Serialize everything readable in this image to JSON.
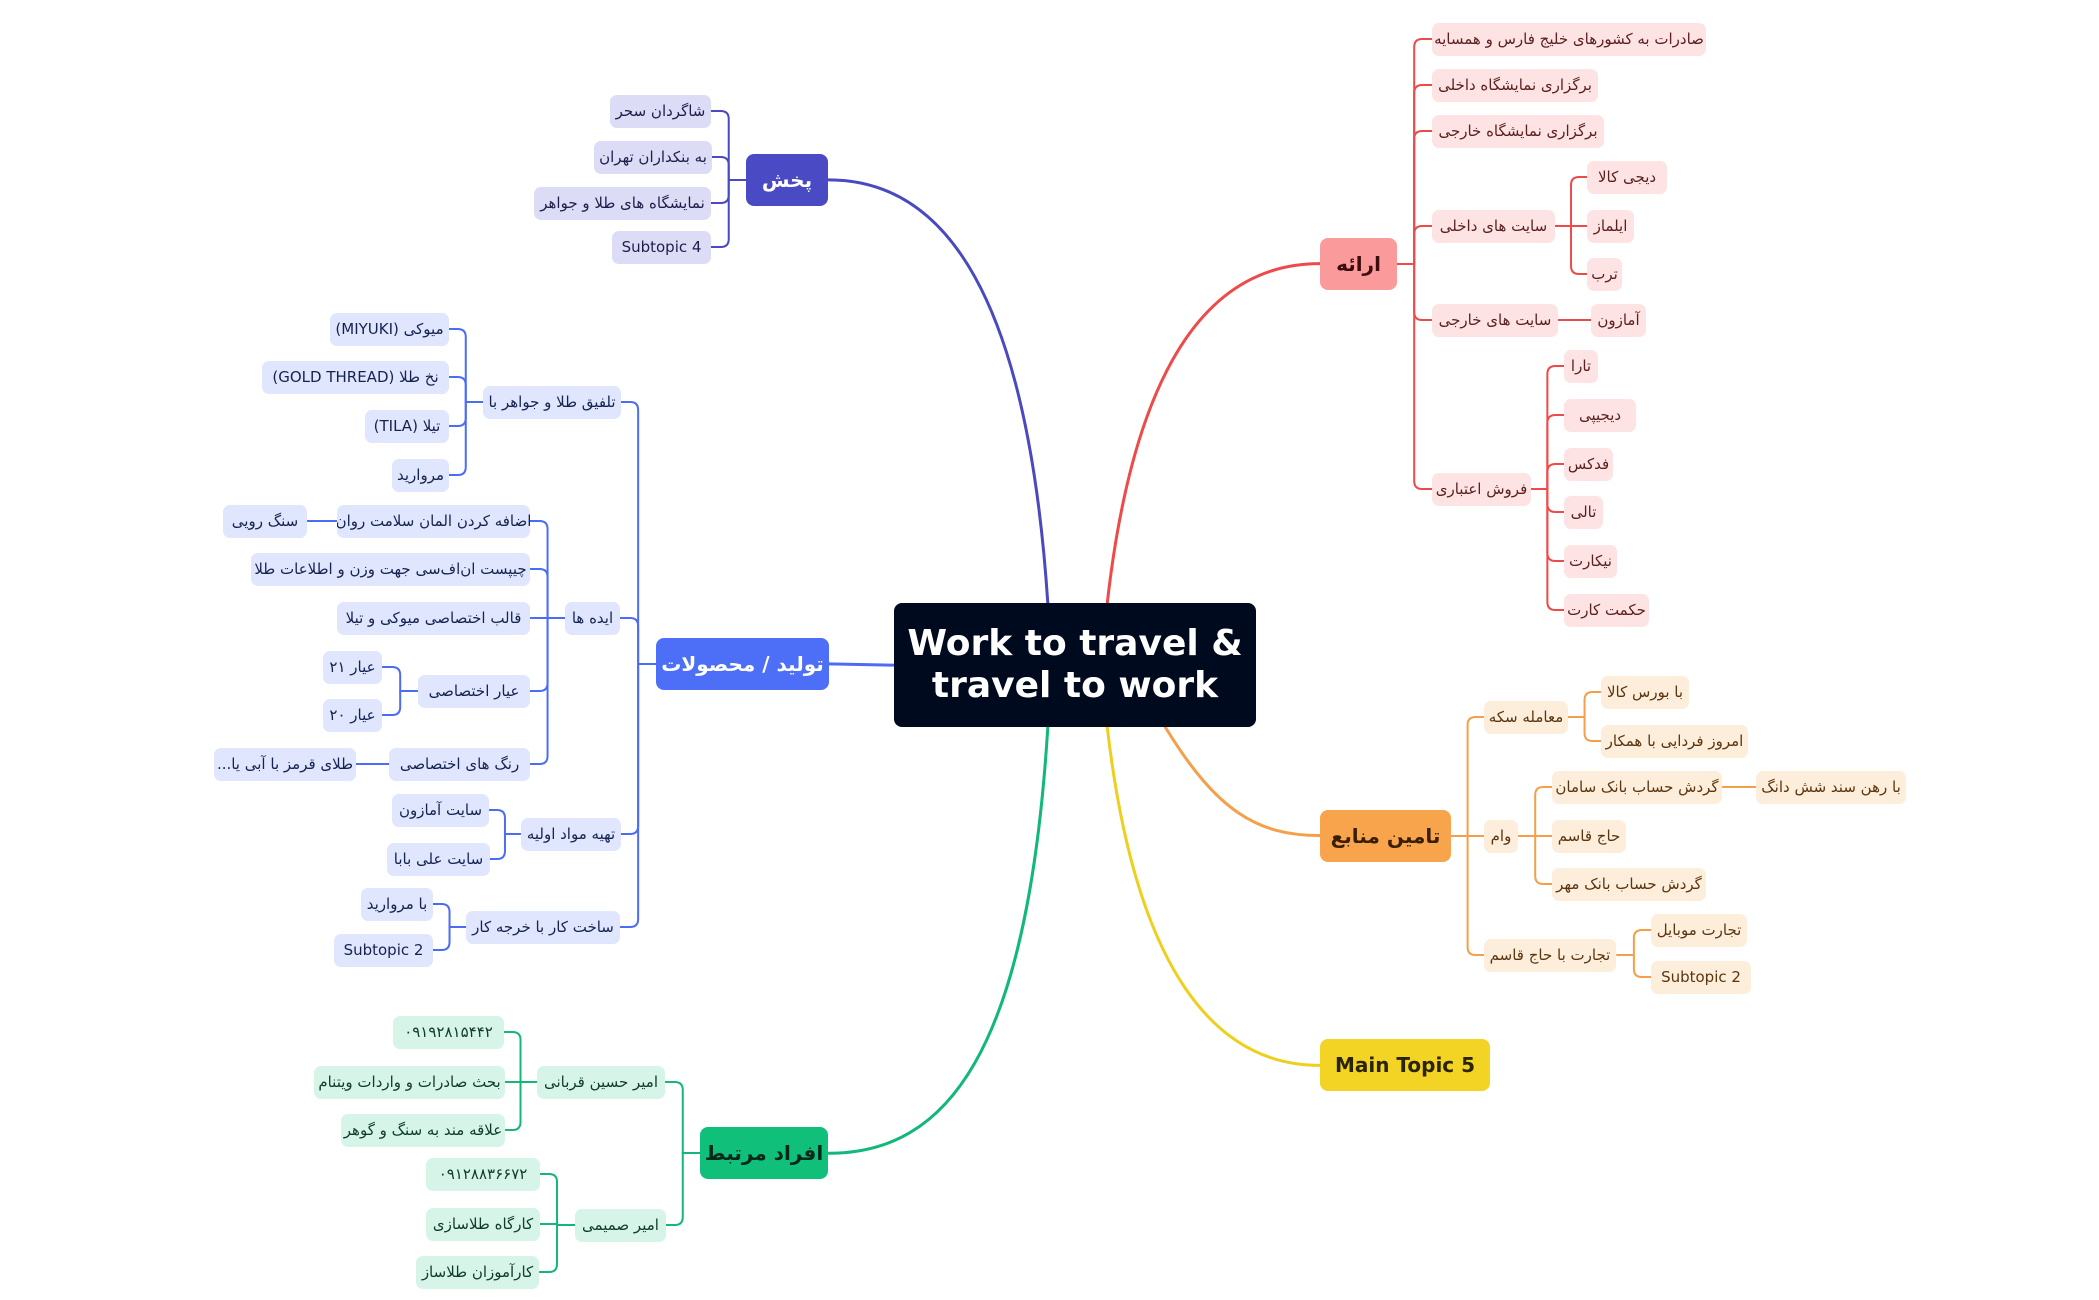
{
  "root": "Work to travel &\ntravel to work",
  "colors": {
    "red": "#ee4a4a",
    "orange": "#f4a04a",
    "yellow": "#eecf1d",
    "purple": "#4a49c0",
    "blue": "#4d6cf5",
    "green": "#12b879"
  },
  "branches": {
    "erae": {
      "label": "ارائه",
      "exports": "صادرات به کشورهای خلیج فارس و همسایه",
      "domestic_exhibition": "برگزاری نمایشگاه داخلی",
      "foreign_exhibition": "برگزاری نمایشگاه خارجی",
      "domestic_sites": {
        "label": "سایت های داخلی",
        "items": [
          "دیجی کالا",
          "ایلماز",
          "ترب"
        ]
      },
      "foreign_sites": {
        "label": "سایت های خارجی",
        "items": [
          "آمازون"
        ]
      },
      "credit_sales": {
        "label": "فروش اعتباری",
        "items": [
          "تارا",
          "دیجیپی",
          "فدکس",
          "تالی",
          "نیکارت",
          "حکمت کارت"
        ]
      }
    },
    "funding": {
      "label": "تامین منابع",
      "coin": {
        "label": "معامله سکه",
        "items": [
          "با بورس کالا",
          "امروز فردایی با همکار"
        ]
      },
      "loan": {
        "label": "وام",
        "saman": "گردش حساب بانک سامان",
        "saman_detail": "با رهن سند شش دانگ",
        "haj": "حاج قاسم",
        "mehr": "گردش حساب بانک مهر"
      },
      "trade": {
        "label": "تجارت با حاج قاسم",
        "items": [
          "تجارت موبایل",
          "Subtopic 2"
        ]
      }
    },
    "main5": {
      "label": "Main Topic 5"
    },
    "distribution": {
      "label": "پخش",
      "items": [
        "شاگردان سحر",
        "به بنکداران تهران",
        "نمایشگاه های طلا و جواهر",
        "Subtopic 4"
      ]
    },
    "production": {
      "label": "تولید / محصولات",
      "combine": {
        "label": "تلفیق طلا و جواهر با",
        "items": [
          "میوکی (MIYUKI)",
          "نخ طلا (GOLD THREAD)",
          "تیلا (TILA)",
          "مروارید"
        ]
      },
      "ideas": {
        "label": "ایده ها",
        "element": "اضافه کردن المان سلامت روان",
        "element_stone": "سنگ رویی",
        "chip": "چیپست ان‌اف‌سی جهت وزن و اطلاعات طلا",
        "mold": "قالب اختصاصی میوکی و تیلا",
        "karat": {
          "label": "عیار اختصاصی",
          "items": [
            "عیار ۲۱",
            "عیار ۲۰"
          ]
        },
        "colors": "رنگ های اختصاصی",
        "colors_detail": "طلای قرمز با آبی یا..."
      },
      "supply": {
        "label": "تهیه مواد اولیه",
        "items": [
          "سایت آمازون",
          "سایت علی بابا"
        ]
      },
      "outsource": {
        "label": "ساخت کار با خرجه کار",
        "items": [
          "با مروارید",
          "Subtopic 2"
        ]
      }
    },
    "people": {
      "label": "افراد مرتبط",
      "p1": {
        "label": "امیر حسین قربانی",
        "items": [
          "۰۹۱۹۲۸۱۵۴۴۲",
          "بحث صادرات و واردات ویتنام",
          "علاقه مند به سنگ و گوهر"
        ]
      },
      "p2": {
        "label": "امیر صمیمی",
        "items": [
          "۰۹۱۲۸۸۳۶۶۷۲",
          "کارگاه طلاسازی",
          "کارآموزان طلاساز"
        ]
      }
    }
  }
}
